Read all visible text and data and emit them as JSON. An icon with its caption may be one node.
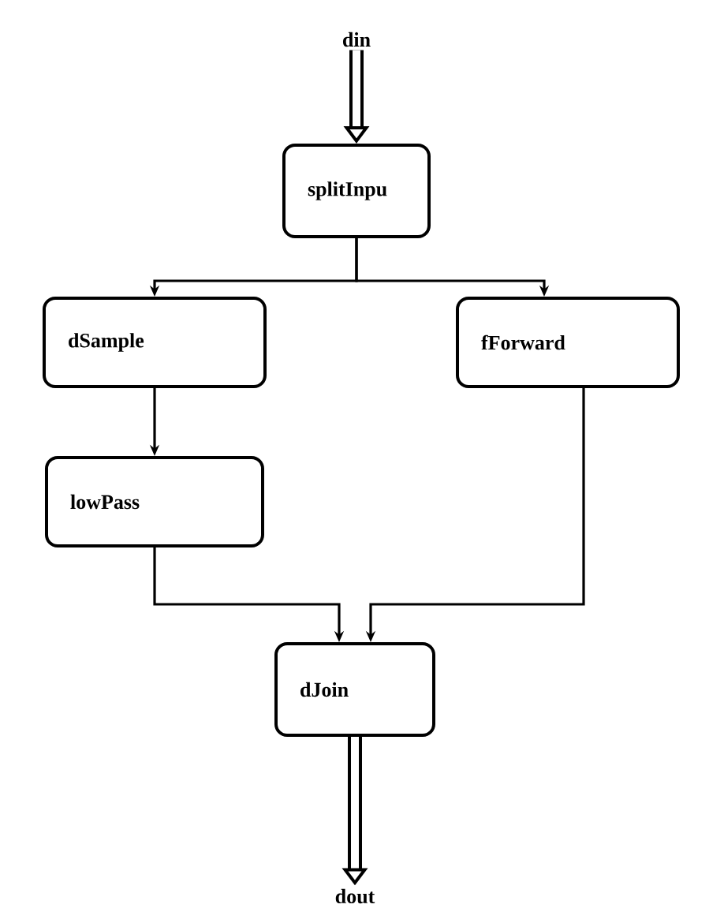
{
  "diagram": {
    "nodes": [
      {
        "text": [
          "din"
        ]
      },
      {
        "text": [
          "splitInpu"
        ]
      },
      {
        "text": [
          "dSample"
        ]
      },
      {
        "text": [
          "fForward"
        ]
      },
      {
        "text": [
          "lowPass"
        ]
      },
      {
        "text": [
          "dJoin"
        ]
      },
      {
        "text": [
          "dout"
        ]
      }
    ],
    "edges": [
      {
        "from": 0,
        "to": 1,
        "arrow": "to",
        "style": "thick"
      },
      {
        "from": 1,
        "to": 2,
        "arrow": "to"
      },
      {
        "from": 1,
        "to": 3,
        "arrow": "to"
      },
      {
        "from": 2,
        "to": 4,
        "arrow": "to"
      },
      {
        "from": 4,
        "to": 5,
        "arrow": "to"
      },
      {
        "from": 3,
        "to": 5,
        "arrow": "to"
      },
      {
        "from": 5,
        "to": 6,
        "arrow": "to",
        "style": "thick"
      }
    ]
  }
}
